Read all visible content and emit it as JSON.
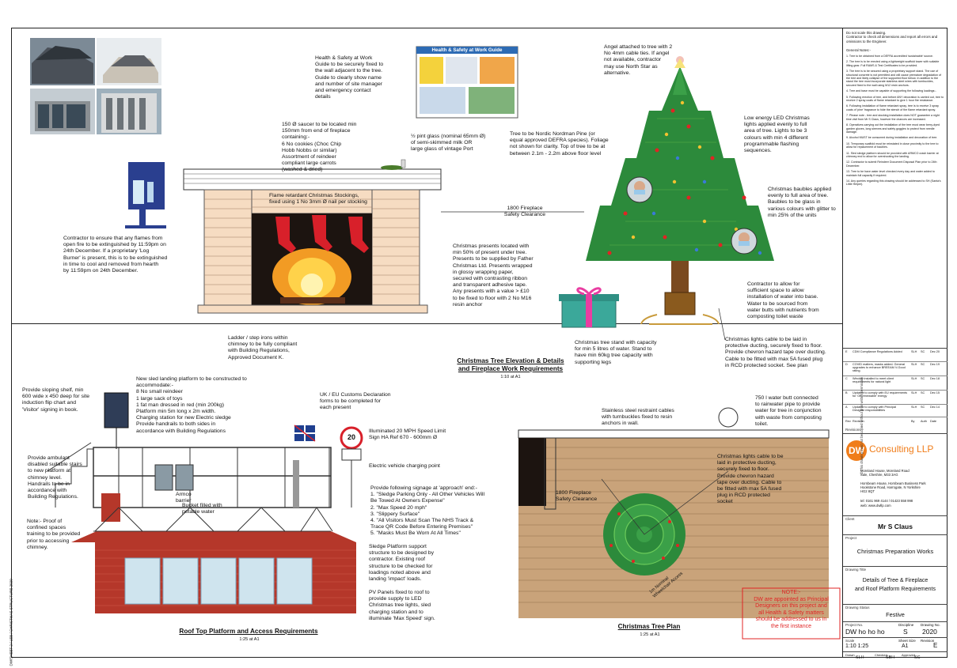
{
  "drawing": {
    "section_titles": {
      "elevation": "Christmas Tree Elevation & Details\nand Fireplace Work Requirements",
      "elevation_scale": "1:10 at A1",
      "roof": "Roof Top Platform and Access Requirements",
      "roof_scale": "1:25 at A1",
      "plan": "Christmas Tree Plan",
      "plan_scale": "1:25 at A1"
    },
    "notes": {
      "hs_guide": "Health & Safety at Work\nGuide to be securely fixed to\nthe wall adjacent to the tree.\nGuide to clearly show name\nand number of site manager\nand emergency contact\ndetails",
      "poster_title": "Health & Safety at Work Guide",
      "angel": "Angel attached to tree with 2\nNo 4mm cable ties. If angel\nnot available, contractor\nmay use North Star as\nalternative.",
      "saucer": "150 Ø saucer to be located min\n150mm from end of fireplace\ncontaining:-\n  6 No cookies (Choc Chip\n  Hobb Nobbs or similar)\n  Assortment of reindeer\n  compliant large carrots\n  (washed & dried)",
      "pint": "½ pint glass (nominal 65mm Ø)\nof semi-skimmed milk OR\nlarge glass of vintage Port",
      "nordman": "Tree to be Nordic Nordman Pine (or\nequal approved DEFRA species). Foliage\nnot shown for clarity. Top of tree to be at\nbetween 2.1m - 2.2m above floor level",
      "led": "Low energy LED Christmas\nlights applied evenly to full\narea of tree. Lights to be 3\ncolours with min 4 different\nprogrammable flashing\nsequences.",
      "stockings": "Flame retardant Christmas Stockings,\nfixed using 1 No 3mm Ø nail per stocking",
      "clearance": "1800 Fireplace\nSafety Clearance",
      "baubles": "Christmas baubles applied\nevenly to full area of tree.\nBaubles to be glass in\nvarious colours with glitter to\nmin 25% of the units",
      "flames": "Contractor to ensure that any flames from\nopen fire to be extinguished by 11:59pm on\n24th December. If a proprietary 'Log\nBurner' is present, this is to be extinguished\nin time to cool and removed from hearth\nby 11:59pm on 24th December.",
      "presents": "Christmas presents located with\nmin 50% of present under tree.\nPresents to be supplied by Father\nChristmas Ltd. Presents wrapped\nin glossy wrapping paper,\nsecured with contrasting ribbon\nand transparent adhesive tape.\nAny presents with a value > £10\nto be fixed to floor with 2 No M16\nresin anchor",
      "water": "Contractor to allow for\nsufficient space to allow\ninstallation of water into base.\nWater to be sourced from\nwater butts with nutrients from\ncomposting toilet waste",
      "ladder": "Ladder / step irons within\nchimney to be fully compliant\nwith Building Regulations,\nApproved Document K.",
      "stand": "Christmas tree stand with capacity\nfor min 5 litres of water. Stand to\nhave min 60kg tree capacity with\nsupporting legs",
      "cable_elev": "Christmas lights cable to be laid in\nprotective ducting, securely fixed to floor.\nProvide chevron hazard tape over ducting.\nCable to be fitted with max 5A fused plug\nin RCD protected socket. See plan",
      "sloping_shelf": "Provide sloping shelf, min\n600 wide x 450 deep for site\ninduction flip chart and\n'Visitor' signing in book.",
      "sled_platform": "New sled landing platform to be constructed to\naccommodate:-\n  8 No small reindeer\n  1 large sack of toys\n  1 fat man dressed in red (min 200kg)\n  Platform min 5m long x 2m width.\n  Charging station for new Electric sledge\n  Provide handrails to both sides in\n  accordance with Building Regulations",
      "customs": "UK / EU Customs Declaration\nforms to be completed for\neach present",
      "speed": "Illuminated 20 MPH Speed Limit\nSign HA Ref 670 - 600mm Ø",
      "speed_sign": "20",
      "stairs": "Provide ambulant\ndisabled suitable stairs\nto new platform at\nchimney level.\nHandrails to be in\naccordance with\nBuilding Regulations.",
      "ev": "Electric vehicle charging point",
      "armco": "Armco\nbarrier",
      "bucket": "Bucket filled with\npotable water",
      "signage": "Provide following signage at 'approach' end:-\n1.  \"Sledge Parking Only - All Other Vehicles Will\n     Be Towed At Owners Expense\"\n2.  \"Max Speed 20 mph\"\n3.  \"Slippery Surface\"\n4.  \"All Visitors Must Scan The NHS Track &\n     Trace QR Code Before Entering Premises\"\n5.  \"Masks Must Be Worn At All Times\"",
      "confined": "Note:- Proof of\nconfined spaces\ntraining to be provided\nprior to accessing\nchimney.",
      "sledge_support": "Sledge Platform support\nstructure to be designed by\ncontractor. Existing roof\nstructure to be checked for\nloadings noted above and\nlanding 'impact' loads.",
      "pv": "PV Panels fixed to roof to\nprovide supply to LED\nChristmas tree lights, sled\ncharging station and to\nilluminate 'Max Speed' sign.",
      "restraint": "Stainless steel restraint cables\nwith turnbuckles fixed to resin\nanchors in wall.",
      "water_butt": "750 l water butt connected\nto rainwater pipe to provide\nwater for tree in conjunction\nwith waste from composting\ntoilet.",
      "cable_plan": "Christmas lights cable to be\nlaid in protective ducting,\nsecurely fixed to floor.\nProvide chevron hazard\ntape over ducting. Cable to\nbe fitted with max 5A fused\nplug in RCD protected\nsocket",
      "plan_clearance": "1800 Fireplace\nSafety Clearance",
      "wheelchair": "1m Nominal\nWheelchair Access",
      "principal": "NOTE:-\nDW are appointed as Principal\nDesigners on this project and\nall Health & Safety matters\nshould be addressed to us in\nthe first instance"
    }
  },
  "title_block": {
    "header_note": "Do not scale this drawing.\nContractor to check all dimensions and report all errors and\nomissions to the Engineer.\n\nGeneral Notes:-",
    "general_notes": [
      "1.  Tree to be obtained from a DEFRA accredited 'sustainable' source.",
      "2.  The tree is to be erected using a lightweight scaffold tower with suitable lifting gear. Full RAMS & Test Certificates to be provided.",
      "3.  The tree is to be secured using a proprietary support stand. The use of structural concrete is not permitted and will cause premature degradation of the tree and likely collapse of the supported floor below. In addition to the stand the tree must incorporate stainless steel wires with turnbuckles, secured fixed to the wall using M12 resin anchors.",
      "4.  Tree and base must be capable of supporting the following loadings:-",
      "5.  Following erection of tree, and before ANY decoration is carried out, tree to receive 2 spray coats of flame retardant to give 1 hour fire resistance.",
      "6.  Following installation of flame retardant spray, tree is to receive 3 spray coats of 'pine' fragrance to hide the stench of the flame retardant spray.",
      "7.  Please note - tree and stocking installation does NOT guarantee a night time visit from Mr S Claus, however the chances are increased.",
      "8.  Operatives carrying out the installation of the tree must wear berry-dyed garden gloves, long sleeves and safety goggles to protect from needle damage.",
      "9.  Alcohol MUST be consumed during installation and decoration of tree.",
      "10. Temporary scaffold must be reinstated in close proximity to the tree to allow for replacement of baubles.",
      "11. Sled sledge platform should be provided with ARMCO crash barrier at chimney end to allow for overshooting the landing.",
      "12. Contractor to submit Reindeer Document Disposal Plan prior to 24th December.",
      "13. Tree to be have water level checked every day and water added to maintain full capacity if required.",
      "14. Any queries regarding this drawing should be addressed to SH (Santa's Little Helper)."
    ],
    "revisions": [
      {
        "rev": "E",
        "desc": "CDM Compliance Regulations Added",
        "by": "SLH",
        "chk": "SC",
        "date": "Dec 20"
      },
      {
        "rev": "D",
        "desc": "COVID matters, masks added. General upgrades to enhance BREEAM V-Good rating.",
        "by": "SLH",
        "chk": "SC",
        "date": "Dec 19"
      },
      {
        "rev": "C",
        "desc": "Window installed to meet client requirements for natural light",
        "by": "SLH",
        "chk": "SC",
        "date": "Dec 18"
      },
      {
        "rev": "B",
        "desc": "Updated to comply with EU requirements for 'Off-renewable' energy",
        "by": "SLH",
        "chk": "SC",
        "date": "Dec 15"
      },
      {
        "rev": "A",
        "desc": "Updated to comply with Principal Designer responsibilities",
        "by": "SLH",
        "chk": "SC",
        "date": "Dec 14"
      }
    ],
    "rev_headers": {
      "rev": "Rev",
      "desc": "Revision",
      "by": "By",
      "chk": "Auth",
      "date": "Date"
    },
    "revisions_label": "Revisions",
    "company": {
      "logo": "DW",
      "name": "Consulting LLP",
      "address1": "Moreland House, Moreland Road\nSale, Cheshire, M33 3AG",
      "address2": "Hornbeam House, Hornbeam Business Park\nHookstone Road, Harrogate, N Yorkshire\nHG2 8QT",
      "tel": "tel:  0161 969 4144  /  01423 558 998",
      "web": "web:  www.dwllp.com",
      "logo_color": "#f07d1a"
    },
    "client_label": "Client",
    "client": "Mr S Claus",
    "project_label": "Project",
    "project": "Christmas Preparation Works",
    "drawing_title_label": "Drawing Title",
    "drawing_title": "Details of Tree & Fireplace\nand Roof Platform Requirements",
    "status_label": "Drawing Status",
    "status": "Festive",
    "project_no_label": "Project No.",
    "project_no": "DW ho ho ho",
    "discipline_label": "Discipline",
    "discipline": "S",
    "drawing_no_label": "Drawing No.",
    "drawing_no": "2020",
    "scale_label": "Scale",
    "scale": "1:10  1:25",
    "size_label": "Sheet Size",
    "size": "A1",
    "revision_label": "Revision",
    "revision": "E",
    "drawn_label": "Drawn",
    "drawn": "SLH",
    "checked_label": "Checked",
    "checked": "SBH",
    "approved_label": "Approved",
    "approved": "SC",
    "side_note": "© This drawing must not be copied without prior written permission"
  },
  "file_path": "DW/SHEET 2 / LEB / CHRISTMAS STRUCTURE 2020"
}
